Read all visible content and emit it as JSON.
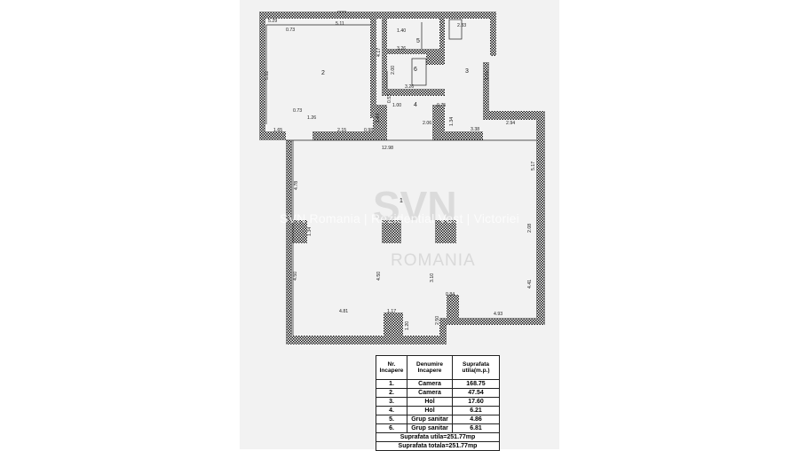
{
  "watermark": {
    "text": "SVN Romania | Rezidential Vest | Victoriei",
    "logo": "SVN",
    "logo_sub": "ROMANIA"
  },
  "rooms": [
    "1",
    "2",
    "3",
    "4",
    "5",
    "6"
  ],
  "dimensions": {
    "d1": "5.29",
    "d2": "0.73",
    "d3": "5.11",
    "d4": "5.92",
    "d5": "4.17",
    "d6": "1.40",
    "d7": "3.26",
    "d8": "2.33",
    "d9": "2.00",
    "d10": "3.26",
    "d11": "1.51",
    "d12": "0.73",
    "d13": "1.26",
    "d14": "1.65",
    "d15": "2.15",
    "d16": "0.98",
    "d17": "1.42",
    "d18": "1.00",
    "d19": "2.06",
    "d20": "0.75",
    "d21": "1.34",
    "d22": "2.94",
    "d23": "3.38",
    "d24": "12.98",
    "d25": "4.78",
    "d26": "5.17",
    "d27": "1.34",
    "d28": "2.08",
    "d29": "3.10",
    "d30": "4.50",
    "d31": "4.50",
    "d32": "4.41",
    "d33": "0.84",
    "d34": "4.81",
    "d35": "1.17",
    "d36": "4.93",
    "d37": "1.20",
    "d38": "2.50",
    "d39": "0.53"
  },
  "table": {
    "headers": [
      "Nr. Incapere",
      "Denumire Incapere",
      "Suprafata utila(m.p.)"
    ],
    "rows": [
      [
        "1.",
        "Camera",
        "168.75"
      ],
      [
        "2.",
        "Camera",
        "47.54"
      ],
      [
        "3.",
        "Hol",
        "17.60"
      ],
      [
        "4.",
        "Hol",
        "6.21"
      ],
      [
        "5.",
        "Grup sanitar",
        "4.86"
      ],
      [
        "6.",
        "Grup sanitar",
        "6.81"
      ]
    ],
    "total_useful": "Suprafata utila=251.77mp",
    "total_overall": "Suprafata totala=251.77mp"
  }
}
